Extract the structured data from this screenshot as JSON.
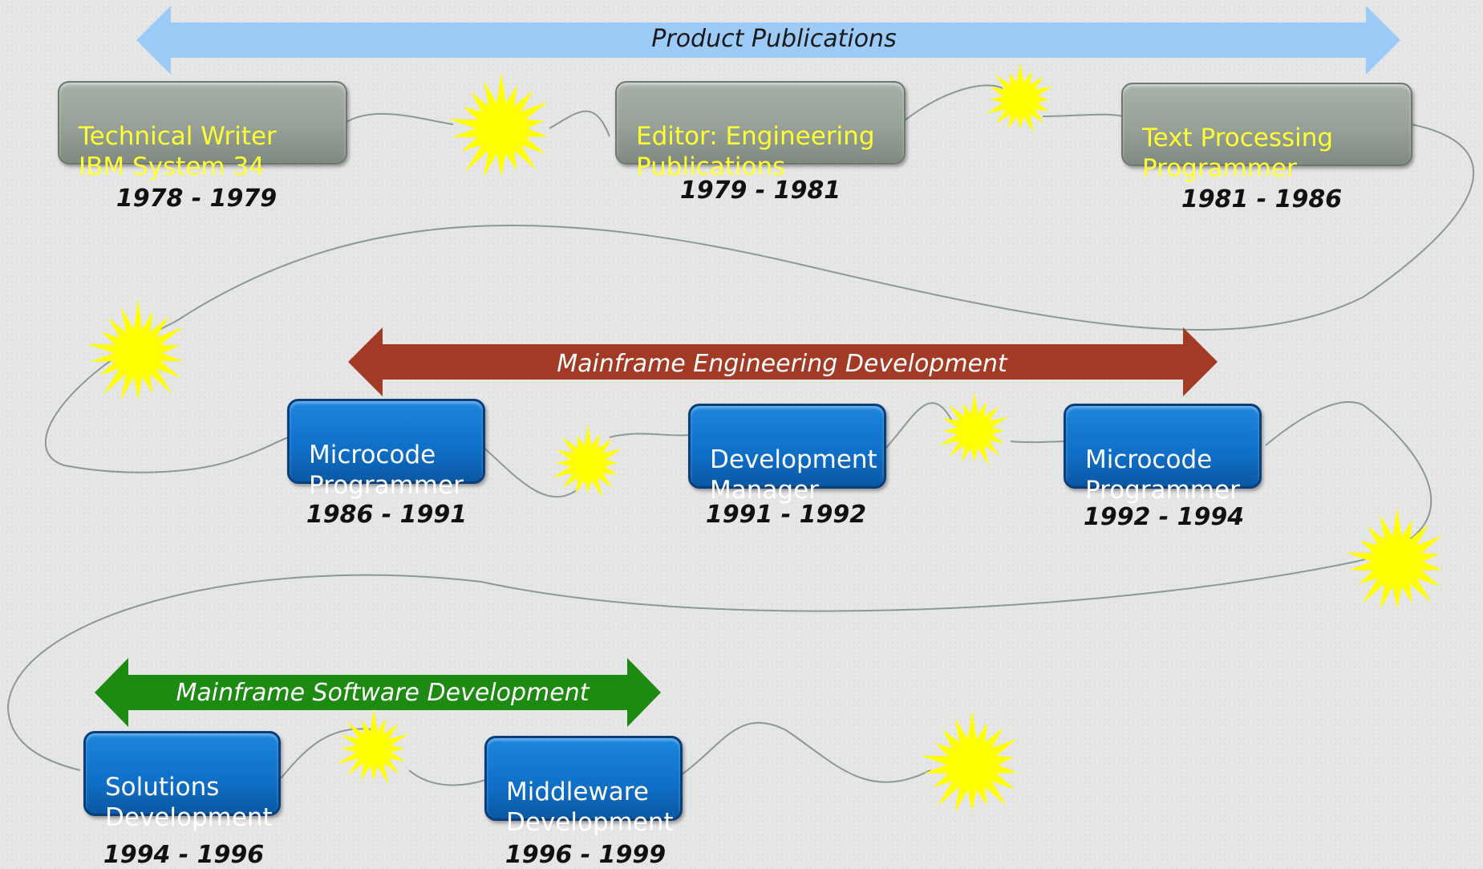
{
  "colors": {
    "product_arrow": "#9dcbf7",
    "engineering_arrow": "#a33a25",
    "software_arrow": "#1d8a12",
    "burst": "#ffff00",
    "gray_box_text": "#ffff33"
  },
  "arrows": {
    "product": "Product Publications",
    "engineering": "Mainframe Engineering Development",
    "software": "Mainframe Software Development"
  },
  "roles": [
    {
      "title": "Technical Writer\nIBM System 34",
      "years": "1978 - 1979",
      "style": "gray"
    },
    {
      "title": "Editor: Engineering\nPublications",
      "years": "1979 - 1981",
      "style": "gray"
    },
    {
      "title": "Text Processing\nProgrammer",
      "years": "1981 - 1986",
      "style": "gray"
    },
    {
      "title": "Microcode\nProgrammer",
      "years": "1986 - 1991",
      "style": "blue"
    },
    {
      "title": "Development\nManager",
      "years": "1991 - 1992",
      "style": "blue"
    },
    {
      "title": "Microcode\nProgrammer",
      "years": "1992 - 1994",
      "style": "blue"
    },
    {
      "title": "Solutions\nDevelopment",
      "years": "1994 - 1996",
      "style": "blue"
    },
    {
      "title": "Middleware\nDevelopment",
      "years": "1996 - 1999",
      "style": "blue"
    }
  ]
}
